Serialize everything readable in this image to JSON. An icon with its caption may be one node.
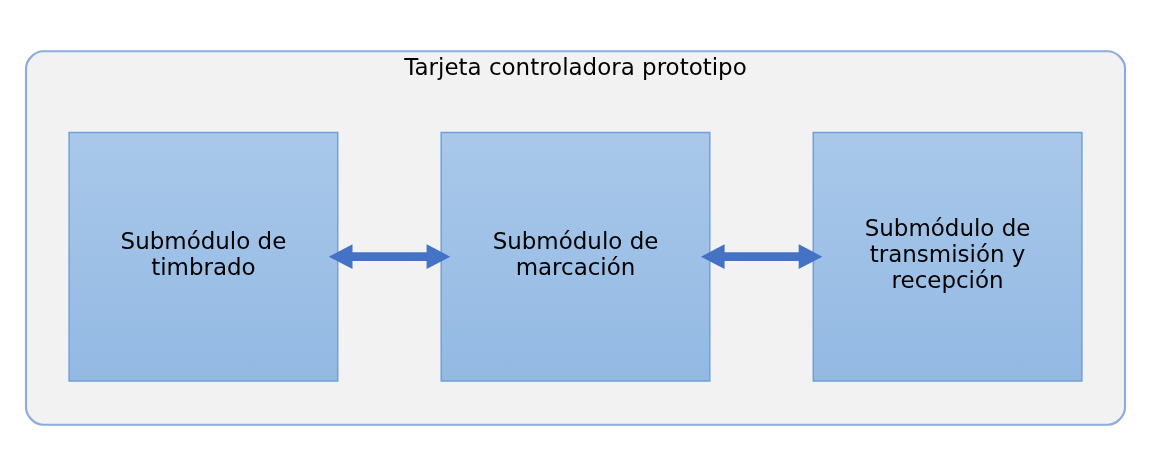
{
  "diagram": {
    "nodes": [
      {
        "text": [
          "Tarjeta controladora prototipo"
        ]
      },
      {
        "text": [
          "Submódulo de timbrado"
        ],
        "in": 0
      },
      {
        "text": [
          "Submódulo de marcación"
        ],
        "in": 0
      },
      {
        "text": [
          "Submódulo de transmisión y recepción"
        ],
        "in": 0
      }
    ],
    "edges": [
      {
        "from": 1,
        "to": 2,
        "arrow": "both"
      },
      {
        "from": 2,
        "to": 3,
        "arrow": "both"
      }
    ]
  }
}
